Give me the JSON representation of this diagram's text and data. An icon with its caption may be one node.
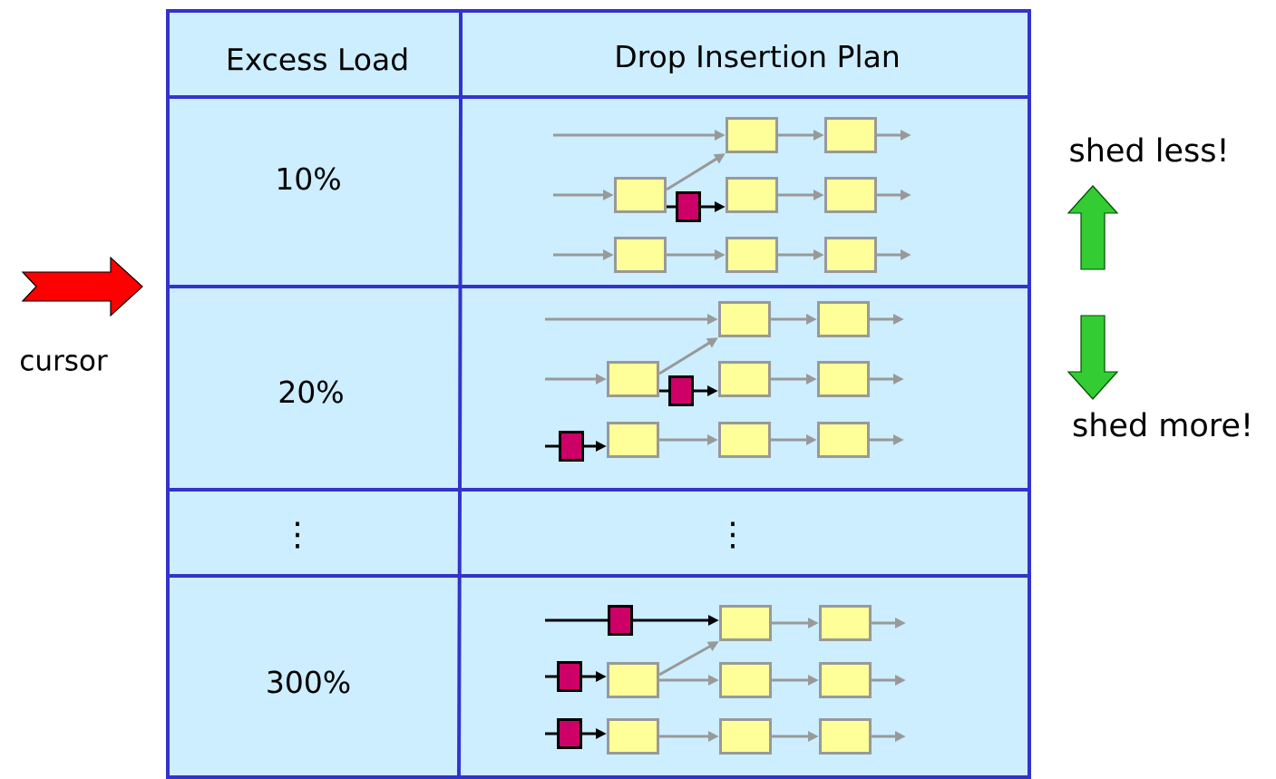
{
  "diagram": {
    "nodes": [
      {
        "text": [],
        "shape": "box"
      },
      {
        "text": [],
        "shape": "box"
      },
      {
        "text": [],
        "shape": "box"
      },
      {
        "text": [],
        "shape": "box"
      },
      {
        "text": [],
        "shape": "box"
      },
      {
        "text": [],
        "shape": "box"
      },
      {
        "text": [],
        "shape": "box"
      },
      {
        "text": [],
        "shape": "box"
      },
      {
        "text": [],
        "shape": "box"
      },
      {
        "text": [],
        "shape": "box"
      },
      {
        "text": [],
        "shape": "box"
      },
      {
        "text": [],
        "shape": "box"
      },
      {
        "text": [],
        "shape": "box"
      },
      {
        "text": [],
        "shape": "box"
      },
      {
        "text": [],
        "shape": "box"
      },
      {
        "text": [],
        "shape": "box"
      },
      {
        "text": [],
        "shape": "box"
      },
      {
        "text": [],
        "shape": "box"
      },
      {
        "text": [],
        "shape": "box"
      },
      {
        "text": [],
        "shape": "box"
      },
      {
        "text": [],
        "shape": "box"
      },
      {
        "text": [],
        "shape": "box"
      },
      {
        "text": [],
        "shape": "box"
      },
      {
        "text": [],
        "shape": "box"
      },
      {
        "text": [],
        "shape": "box"
      },
      {
        "text": [],
        "shape": "box"
      },
      {
        "text": [],
        "shape": "box"
      },
      {
        "text": [],
        "shape": "box"
      },
      {
        "text": [],
        "shape": "box"
      },
      {
        "text": [],
        "shape": "box"
      }
    ],
    "edges": [
      {
        "from": null,
        "to": 0,
        "arrow": "to"
      },
      {
        "from": 0,
        "to": 1,
        "arrow": "to"
      },
      {
        "from": 1,
        "to": null,
        "arrow": "to"
      },
      {
        "from": null,
        "to": 2,
        "arrow": "to"
      },
      {
        "from": 2,
        "to": 0,
        "arrow": "to"
      },
      {
        "from": 2,
        "to": 3,
        "arrow": "none",
        "color": "#000000"
      },
      {
        "from": 3,
        "to": 4,
        "arrow": "to",
        "color": "#000000"
      },
      {
        "from": 4,
        "to": 5,
        "arrow": "to"
      },
      {
        "from": 5,
        "to": null,
        "arrow": "to"
      },
      {
        "from": null,
        "to": 6,
        "arrow": "to"
      },
      {
        "from": 6,
        "to": 7,
        "arrow": "to"
      },
      {
        "from": 7,
        "to": 8,
        "arrow": "to"
      },
      {
        "from": 8,
        "to": null,
        "arrow": "to"
      },
      {
        "from": null,
        "to": 9,
        "arrow": "to"
      },
      {
        "from": 9,
        "to": 10,
        "arrow": "to"
      },
      {
        "from": 10,
        "to": null,
        "arrow": "to"
      },
      {
        "from": null,
        "to": 11,
        "arrow": "to"
      },
      {
        "from": 11,
        "to": 9,
        "arrow": "to"
      },
      {
        "from": 11,
        "to": 12,
        "arrow": "none",
        "color": "#000000"
      },
      {
        "from": 12,
        "to": 13,
        "arrow": "to",
        "color": "#000000"
      },
      {
        "from": 13,
        "to": 14,
        "arrow": "to"
      },
      {
        "from": 14,
        "to": null,
        "arrow": "to"
      },
      {
        "from": null,
        "to": 15,
        "arrow": "none",
        "color": "#000000"
      },
      {
        "from": 15,
        "to": 16,
        "arrow": "to",
        "color": "#000000"
      },
      {
        "from": 16,
        "to": 17,
        "arrow": "to"
      },
      {
        "from": 17,
        "to": 18,
        "arrow": "to"
      },
      {
        "from": 18,
        "to": null,
        "arrow": "to"
      },
      {
        "from": null,
        "to": 19,
        "arrow": "none",
        "color": "#000000"
      },
      {
        "from": 19,
        "to": 20,
        "arrow": "to",
        "color": "#000000"
      },
      {
        "from": 20,
        "to": 21,
        "arrow": "to"
      },
      {
        "from": 21,
        "to": null,
        "arrow": "to"
      },
      {
        "from": null,
        "to": 22,
        "arrow": "none",
        "color": "#000000"
      },
      {
        "from": 22,
        "to": 23,
        "arrow": "to",
        "color": "#000000"
      },
      {
        "from": 23,
        "to": 20,
        "arrow": "to"
      },
      {
        "from": 23,
        "to": 24,
        "arrow": "to"
      },
      {
        "from": 24,
        "to": 25,
        "arrow": "to"
      },
      {
        "from": 25,
        "to": null,
        "arrow": "to"
      },
      {
        "from": null,
        "to": 26,
        "arrow": "none",
        "color": "#000000"
      },
      {
        "from": 26,
        "to": 27,
        "arrow": "to",
        "color": "#000000"
      },
      {
        "from": 27,
        "to": 28,
        "arrow": "to"
      },
      {
        "from": 28,
        "to": 29,
        "arrow": "to"
      },
      {
        "from": 29,
        "to": null,
        "arrow": "to"
      }
    ],
    "labels": [
      "Excess Load",
      "Drop Insertion Plan",
      "10%",
      "20%",
      "⋮",
      "⋮",
      "300%",
      "cursor",
      "shed less!",
      "shed more!"
    ]
  }
}
